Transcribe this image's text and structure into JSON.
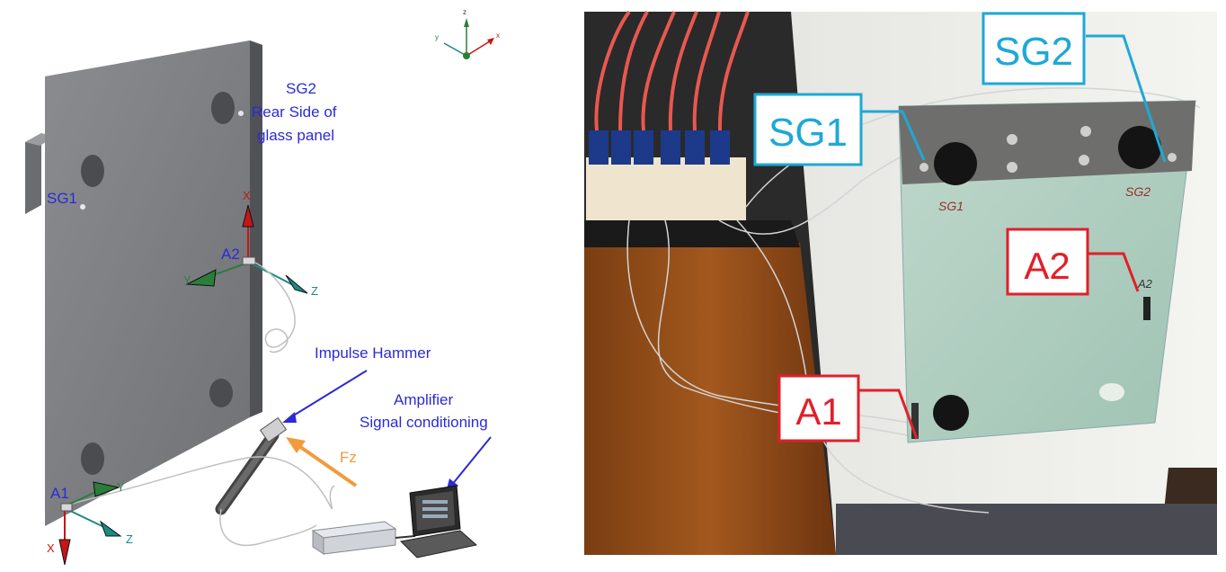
{
  "left_panel": {
    "sg2_label": "SG2",
    "rear_label_line1": "Rear Side of",
    "rear_label_line2": "glass panel",
    "sg1_label": "SG1",
    "a2_label": "A2",
    "a1_label": "A1",
    "axes": {
      "x": "X",
      "y": "Y",
      "z": "Z"
    },
    "hammer_label": "Impulse Hammer",
    "amplifier_line1": "Amplifier",
    "amplifier_line2": "Signal conditioning",
    "force_label": "Fz",
    "triad": {
      "up": "z",
      "left": "y",
      "right": "x"
    }
  },
  "right_panel": {
    "callouts": [
      {
        "text": "SG2",
        "color": "#1ea8d6"
      },
      {
        "text": "SG1",
        "color": "#1ea8d6"
      },
      {
        "text": "A2",
        "color": "#e0202a"
      },
      {
        "text": "A1",
        "color": "#e0202a"
      }
    ],
    "handwritten": {
      "sg1": "SG1",
      "sg2": "SG2",
      "a2": "A2"
    }
  },
  "colors": {
    "panel_face": "#7d7f83",
    "panel_edge": "#5f6165",
    "label_blue": "#2b2bd6",
    "force_orange": "#f39a3b",
    "axis_red": "#c41616",
    "axis_green": "#2a7d3a",
    "axis_teal": "#1c8a85",
    "callout_blue": "#1ea8d6",
    "callout_red": "#e0202a"
  }
}
